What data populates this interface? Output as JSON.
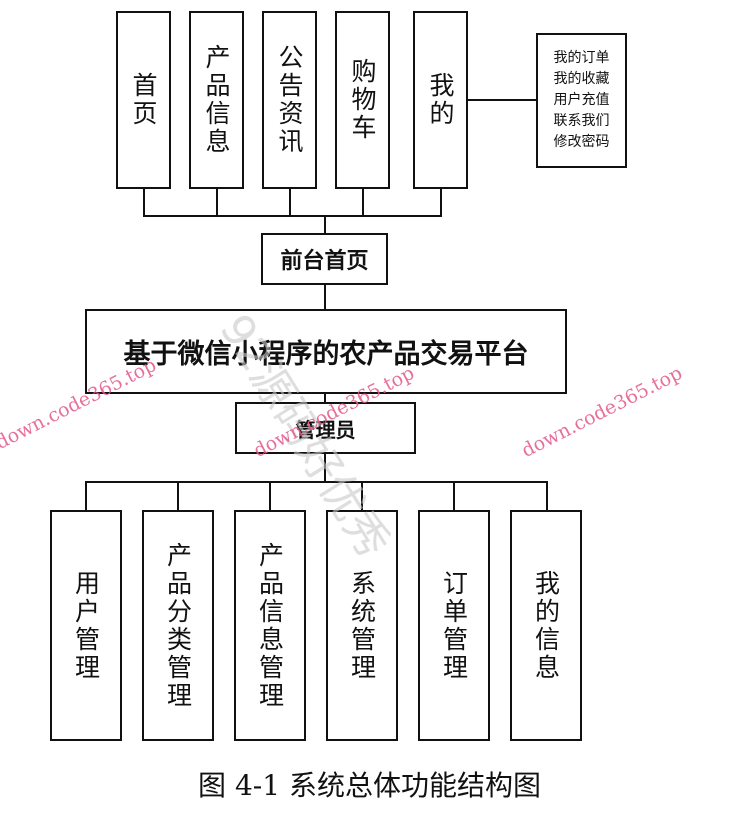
{
  "diagram": {
    "type": "tree",
    "frontend": {
      "root_label": "前台首页",
      "modules": [
        {
          "label": "首页"
        },
        {
          "label": "产品信息"
        },
        {
          "label": "公告资讯"
        },
        {
          "label": "购物车"
        },
        {
          "label": "我的"
        }
      ],
      "my_submenu": [
        "我的订单",
        "我的收藏",
        "用户充值",
        "联系我们",
        "修改密码"
      ]
    },
    "system_title": "基于微信小程序的农产品交易平台",
    "backend": {
      "root_label": "管理员",
      "modules": [
        {
          "label": "用户管理"
        },
        {
          "label": "产品分类管理"
        },
        {
          "label": "产品信息管理"
        },
        {
          "label": "系统管理"
        },
        {
          "label": "订单管理"
        },
        {
          "label": "我的信息"
        }
      ]
    },
    "caption": "图 4-1  系统总体功能结构图"
  },
  "watermarks": {
    "pink": "down.code365.top",
    "gray": "92源码好优秀"
  }
}
